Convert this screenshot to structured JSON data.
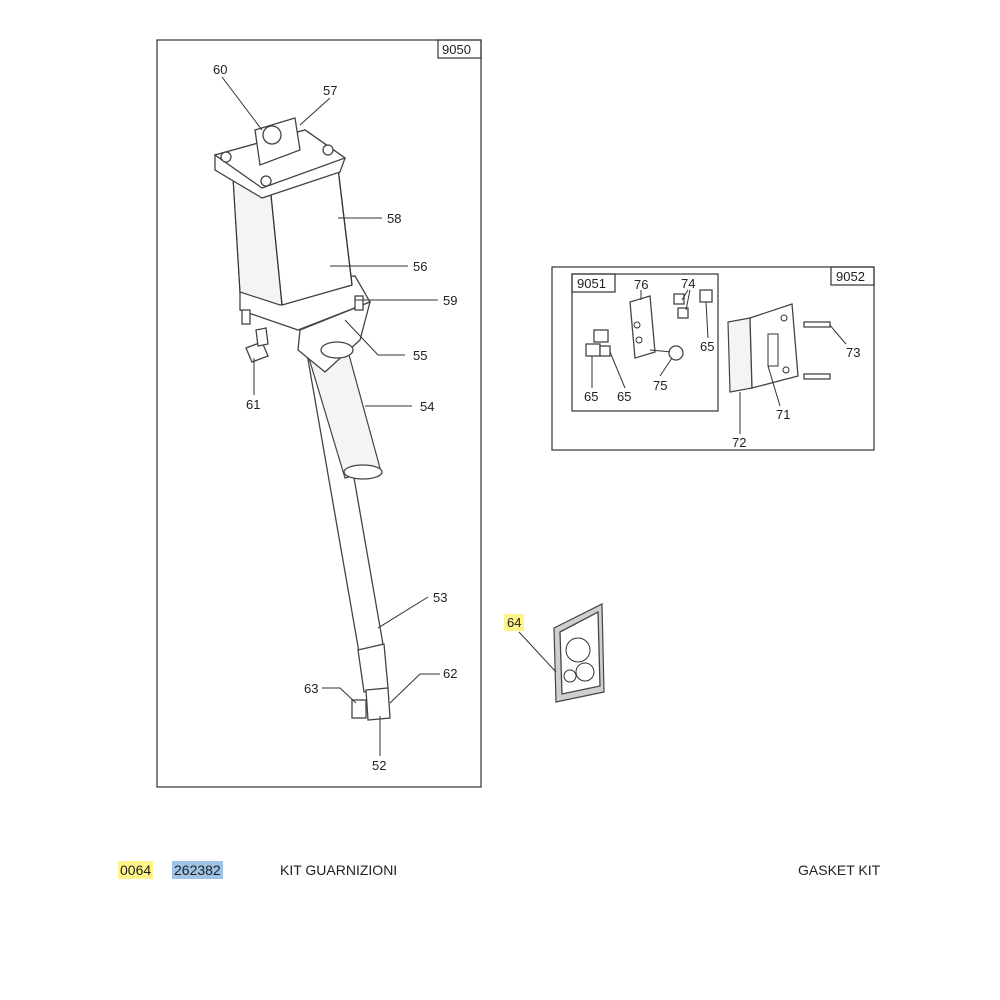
{
  "boxes": {
    "main_id": "9050",
    "right_id": "9052",
    "inner_id": "9051"
  },
  "callouts": {
    "c60": "60",
    "c57": "57",
    "c58": "58",
    "c56": "56",
    "c59": "59",
    "c55": "55",
    "c61": "61",
    "c54": "54",
    "c53": "53",
    "c62": "62",
    "c63": "63",
    "c52": "52",
    "c64": "64",
    "c76": "76",
    "c74": "74",
    "c65a": "65",
    "c65b": "65",
    "c65c": "65",
    "c75": "75",
    "c73": "73",
    "c71": "71",
    "c72": "72"
  },
  "parts_row": {
    "position": "0064",
    "code": "262382",
    "desc_it": "KIT GUARNIZIONI",
    "desc_en": "GASKET KIT"
  },
  "colors": {
    "highlight_yellow": "#fff48a",
    "highlight_blue": "#9fc3e6"
  }
}
